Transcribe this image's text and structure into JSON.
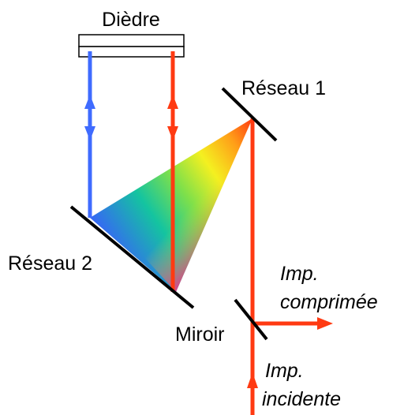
{
  "labels": {
    "diedre": "Dièdre",
    "reseau1": "Réseau 1",
    "reseau2": "Réseau 2",
    "miroir": "Miroir",
    "imp_comprimee_line1": "Imp.",
    "imp_comprimee_line2": "comprimée",
    "imp_incidente_line1": "Imp.",
    "imp_incidente_line2": "incidente"
  },
  "colors": {
    "red_beam": "#ff3a12",
    "blue_beam": "#3f6bff",
    "optic": "#000000"
  }
}
